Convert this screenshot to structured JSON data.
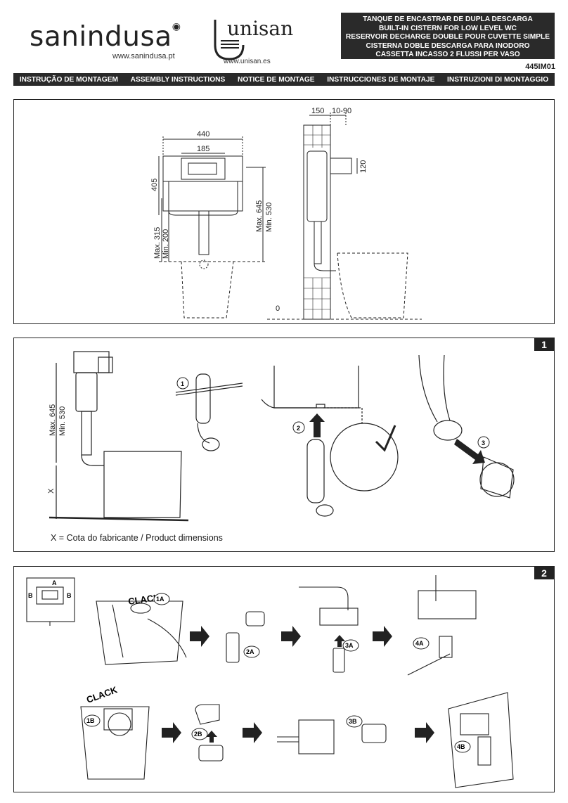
{
  "header": {
    "brand": "sanindusa",
    "brand_url": "www.sanindusa.pt",
    "unisan": "unisan",
    "unisan_url": "www.unisan.es",
    "title_lines": [
      "TANQUE DE ENCASTRAR DE DUPLA DESCARGA",
      "BUILT-IN CISTERN FOR LOW LEVEL WC",
      "RESERVOIR DECHARGE DOUBLE POUR CUVETTE SIMPLE",
      "CISTERNA DOBLE DESCARGA PARA INODORO",
      "CASSETTA INCASSO 2 FLUSSI PER VASO"
    ],
    "doc_ref": "445IM01"
  },
  "instructions_bar": [
    "INSTRUÇÃO DE MONTAGEM",
    "ASSEMBLY INSTRUCTIONS",
    "NOTICE DE MONTAGE",
    "INSTRUCCIONES DE MONTAJE",
    "INSTRUZIONI DI MONTAGGIO"
  ],
  "dimensions": {
    "width_440": "440",
    "width_185": "185",
    "height_405": "405",
    "max_315": "Max. 315",
    "min_200": "Min. 200",
    "max_645": "Max. 645",
    "min_530": "Min. 530",
    "depth_150": "150",
    "depth_10_90": "10-90",
    "depth_120": "120",
    "zero": "0"
  },
  "step1": {
    "number": "1",
    "max_645": "Max. 645",
    "min_530": "Min. 530",
    "x_label": "X",
    "callouts": [
      "1",
      "2",
      "3"
    ],
    "note": "X =  Cota do fabricante / Product dimensions"
  },
  "step2": {
    "number": "2",
    "inset_labels": [
      "A",
      "B",
      "B"
    ],
    "clack": "CLACK",
    "callouts": [
      "1A",
      "2A",
      "3A",
      "4A",
      "1B",
      "2B",
      "3B",
      "4B"
    ]
  }
}
